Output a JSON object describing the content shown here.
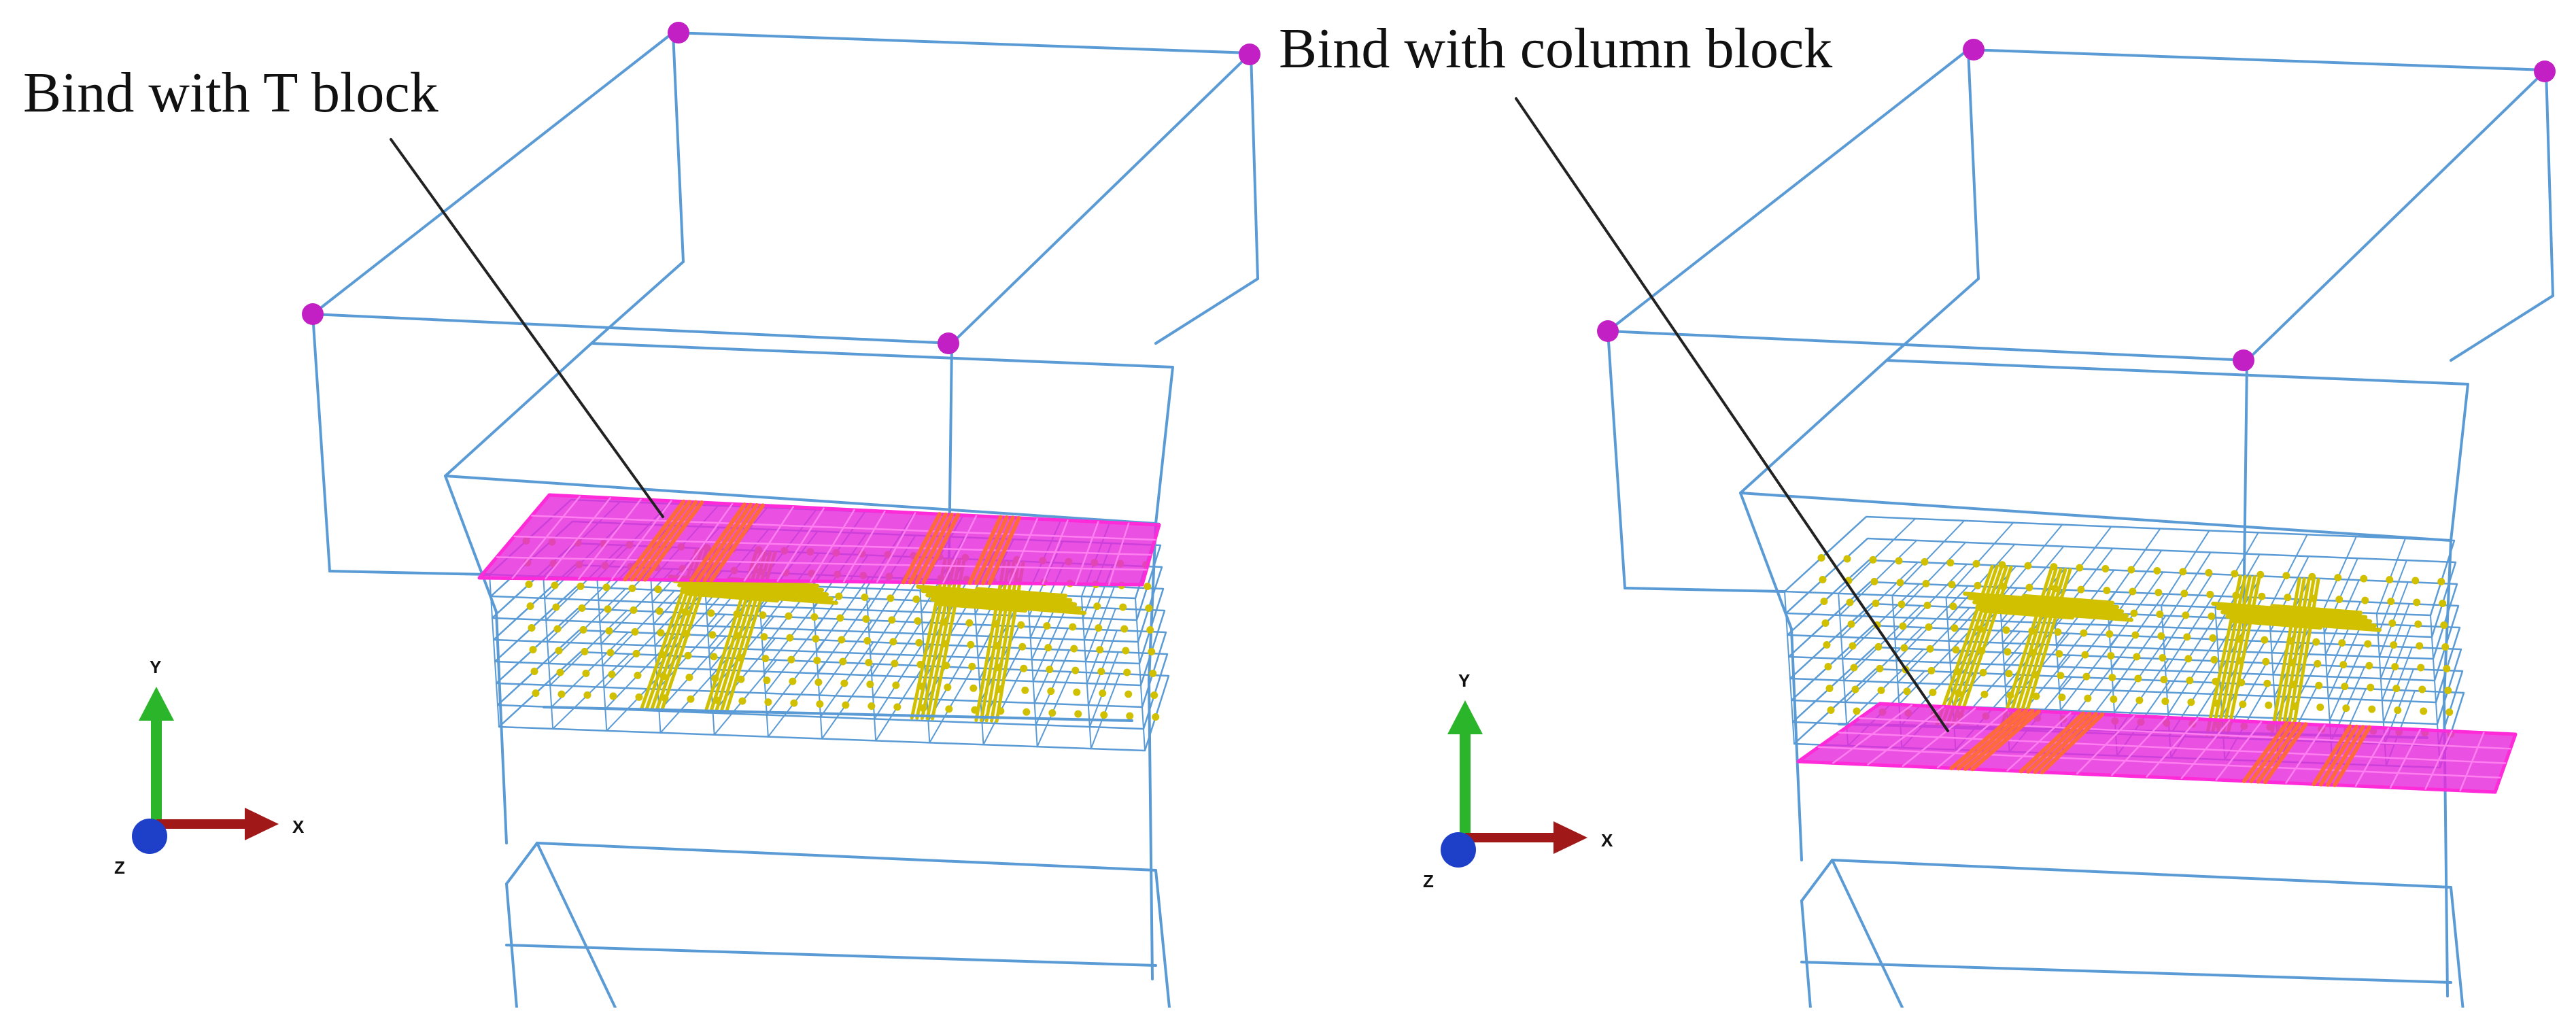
{
  "panels": [
    {
      "id": "left",
      "label": "Bind with T block",
      "highlight": "top",
      "axes": {
        "y": "Y",
        "x": "X",
        "z": "Z"
      }
    },
    {
      "id": "right",
      "label": "Bind with column block",
      "highlight": "bottom",
      "axes": {
        "y": "Y",
        "x": "X",
        "z": "Z"
      }
    }
  ],
  "colors": {
    "wire": "#5b9bd5",
    "highlight_fill": "#e52bdc",
    "highlight_edge": "#ff2ad8",
    "node": "#d0c000",
    "ref_point": "#c21fc4",
    "leader": "#222222",
    "axis_y": "#2bb52b",
    "axis_x": "#a01818",
    "axis_z": "#1e3fc8"
  }
}
